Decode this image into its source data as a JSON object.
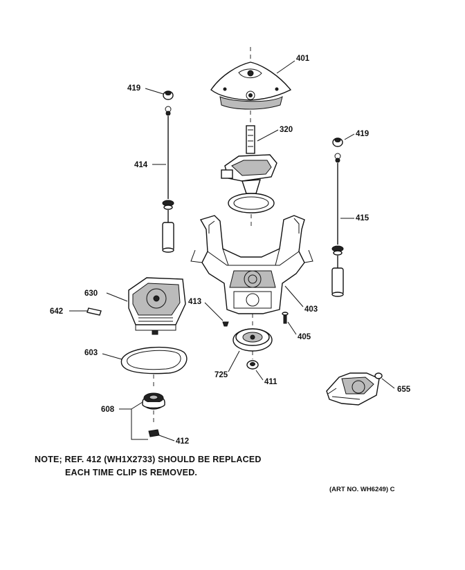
{
  "callouts": {
    "p401": "401",
    "p320": "320",
    "p419_left": "419",
    "p419_right": "419",
    "p414": "414",
    "p415": "415",
    "p630": "630",
    "p642": "642",
    "p413": "413",
    "p403": "403",
    "p405": "405",
    "p725": "725",
    "p411": "411",
    "p603": "603",
    "p608": "608",
    "p412": "412",
    "p655": "655"
  },
  "note": {
    "line1": "NOTE; REF. 412 (WH1X2733) SHOULD BE REPLACED",
    "line2": "EACH TIME CLIP IS REMOVED."
  },
  "art_number": "(ART NO. WH6249) C"
}
